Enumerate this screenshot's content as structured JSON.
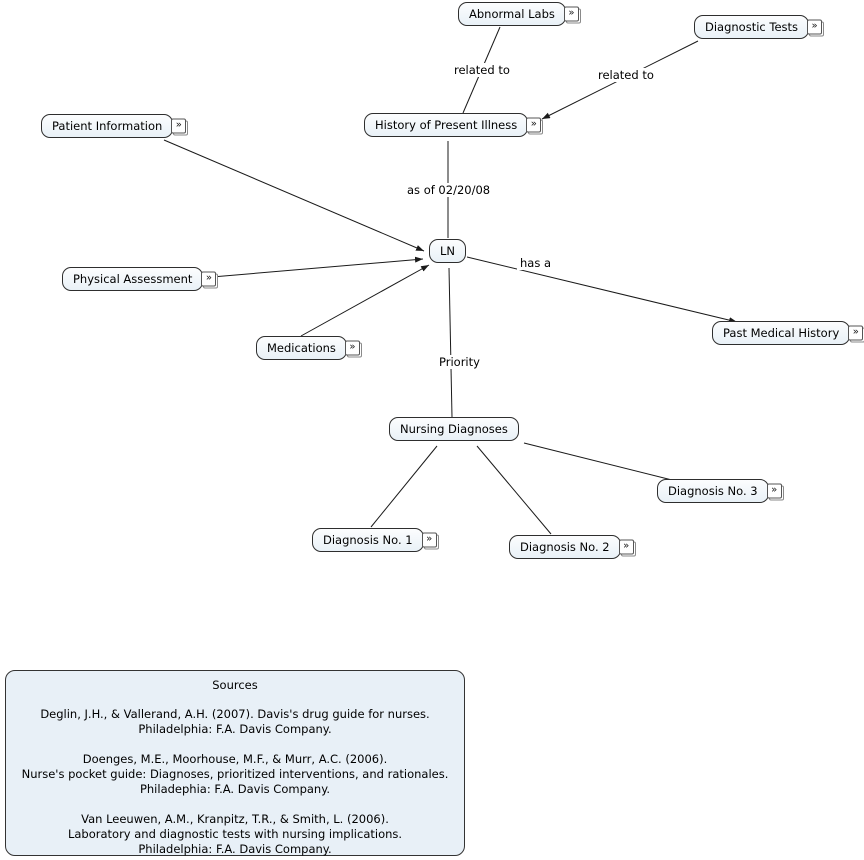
{
  "nodes": {
    "abnormal_labs": {
      "label": "Abnormal Labs"
    },
    "diagnostic_tests": {
      "label": "Diagnostic Tests"
    },
    "history_of_present_illness": {
      "label": "History of Present Illness"
    },
    "patient_information": {
      "label": "Patient Information"
    },
    "ln": {
      "label": "LN"
    },
    "physical_assessment": {
      "label": "Physical Assessment"
    },
    "medications": {
      "label": "Medications"
    },
    "past_medical_history": {
      "label": "Past Medical History"
    },
    "nursing_diagnoses": {
      "label": "Nursing Diagnoses"
    },
    "diagnosis_1": {
      "label": "Diagnosis No. 1"
    },
    "diagnosis_2": {
      "label": "Diagnosis No. 2"
    },
    "diagnosis_3": {
      "label": "Diagnosis No. 3"
    }
  },
  "edge_labels": {
    "related_to_labs": "related to",
    "related_to_tests": "related to",
    "as_of": "as of 02/20/08",
    "has_a": "has a",
    "priority": "Priority"
  },
  "icons": {
    "resource_glyph": "»"
  },
  "sources": {
    "title": "Sources",
    "entries": [
      {
        "lines": [
          "Deglin, J.H., & Vallerand, A.H. (2007). Davis's drug guide for nurses.",
          "Philadelphia: F.A. Davis Company."
        ]
      },
      {
        "lines": [
          "Doenges, M.E., Moorhouse, M.F., & Murr, A.C. (2006).",
          "Nurse's pocket guide: Diagnoses, prioritized interventions, and rationales.",
          "Philadephia: F.A. Davis Company."
        ]
      },
      {
        "lines": [
          "Van Leeuwen, A.M., Kranpitz, T.R., & Smith, L. (2006).",
          "Laboratory and diagnostic tests with nursing implications.",
          "Philadelphia: F.A. Davis Company."
        ]
      }
    ]
  },
  "colors": {
    "node_bg": "#eef4f9",
    "node_border": "#2e2e2e",
    "sources_bg": "#e8f0f7",
    "line": "#1a1a1a"
  }
}
